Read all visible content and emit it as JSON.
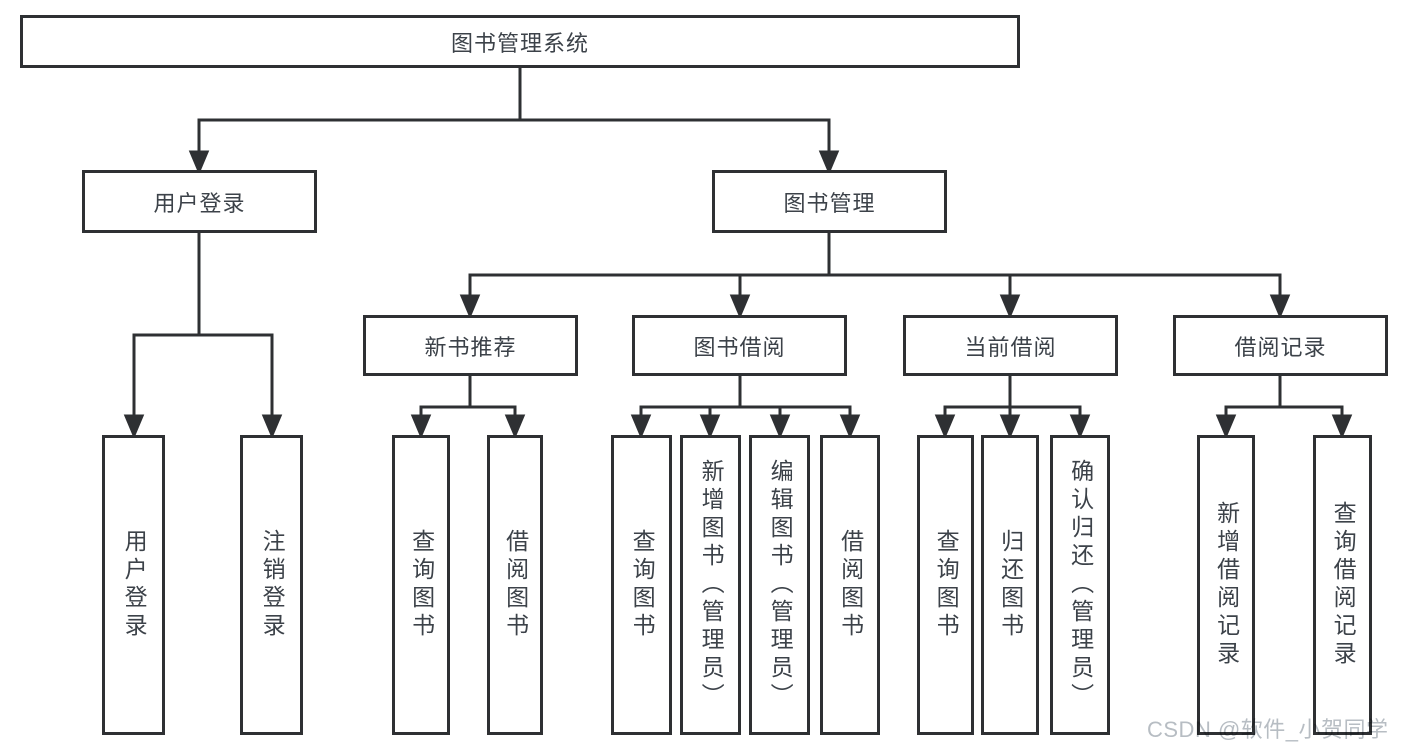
{
  "diagram": {
    "root": {
      "label": "图书管理系统"
    },
    "branches": [
      {
        "label": "用户登录",
        "children": [
          {
            "label": "用户登录"
          },
          {
            "label": "注销登录"
          }
        ]
      },
      {
        "label": "图书管理",
        "children": [
          {
            "label": "新书推荐",
            "children": [
              {
                "label": "查询图书"
              },
              {
                "label": "借阅图书"
              }
            ]
          },
          {
            "label": "图书借阅",
            "children": [
              {
                "label": "查询图书"
              },
              {
                "label": "新增图书（管理员）"
              },
              {
                "label": "编辑图书（管理员）"
              },
              {
                "label": "借阅图书"
              }
            ]
          },
          {
            "label": "当前借阅",
            "children": [
              {
                "label": "查询图书"
              },
              {
                "label": "归还图书"
              },
              {
                "label": "确认归还（管理员）"
              }
            ]
          },
          {
            "label": "借阅记录",
            "children": [
              {
                "label": "新增借阅记录"
              },
              {
                "label": "查询借阅记录"
              }
            ]
          }
        ]
      }
    ]
  },
  "watermark": {
    "text": "CSDN @软件_小贺同学"
  },
  "colors": {
    "line": "#2e3033",
    "text": "#3c4249",
    "watermark": "#b7bdc3"
  }
}
